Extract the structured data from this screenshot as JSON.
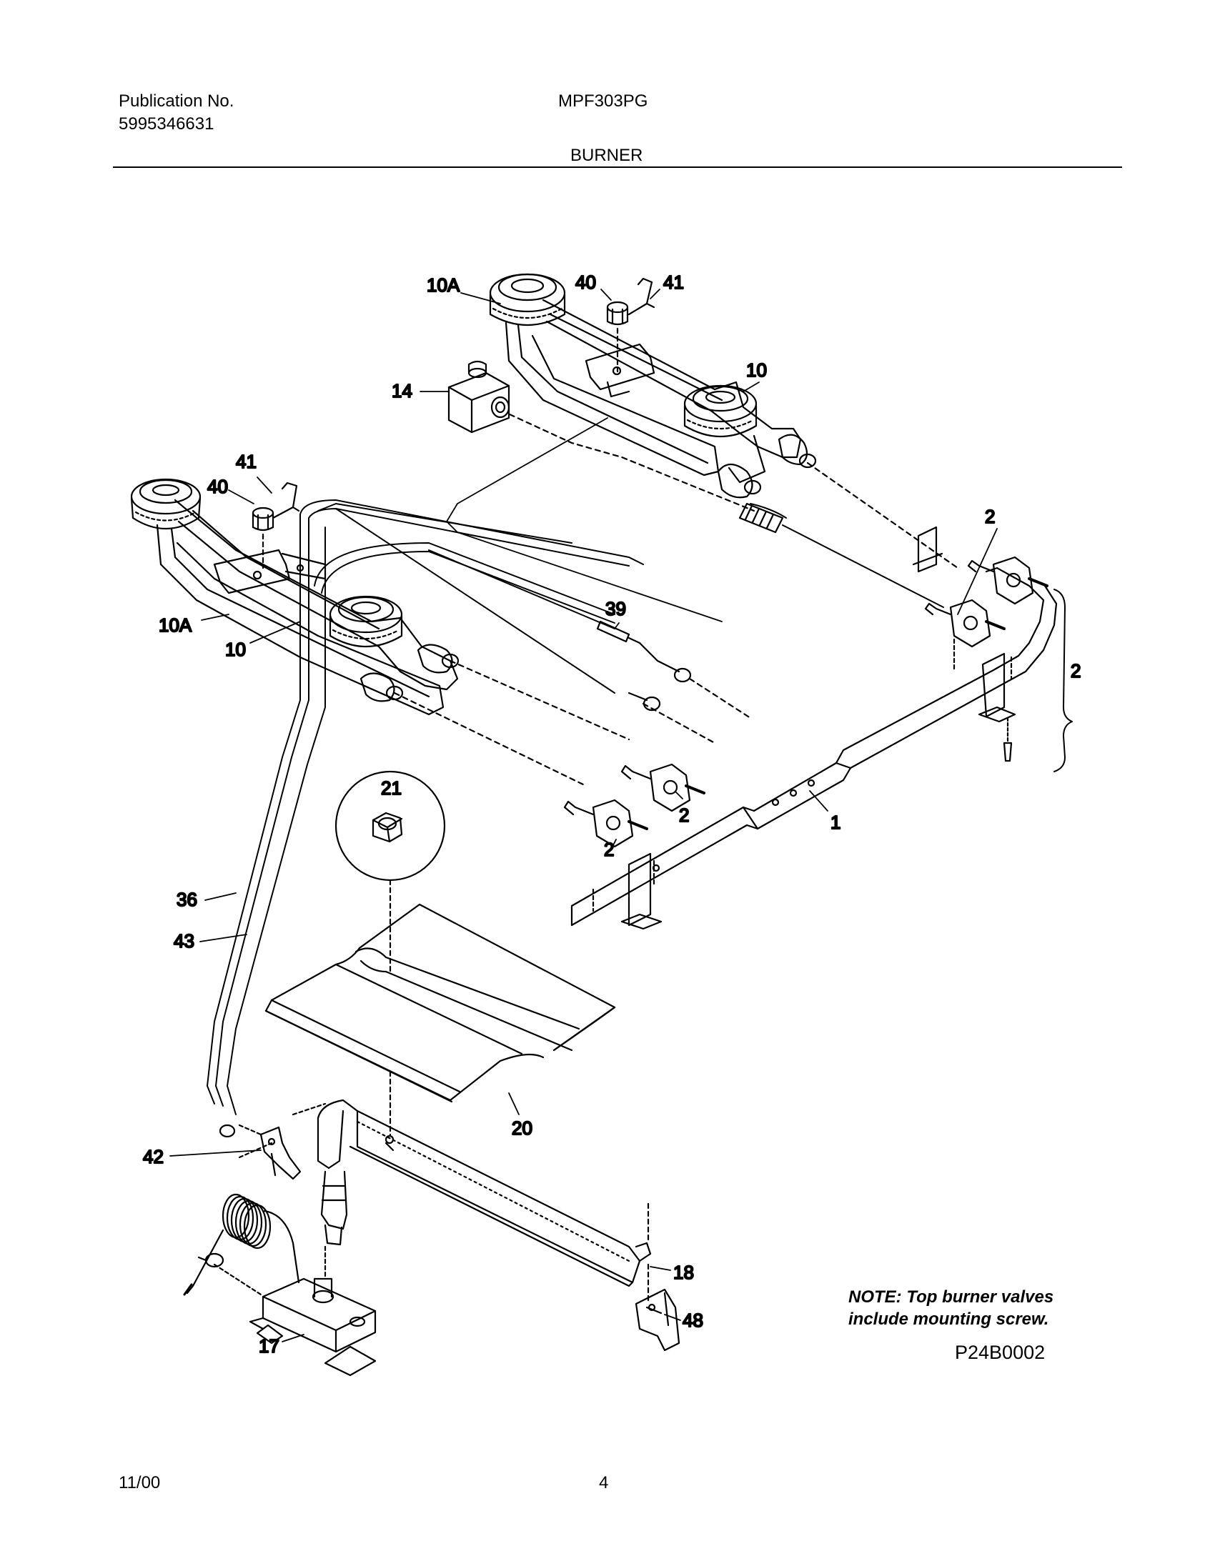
{
  "header": {
    "publication_label": "Publication No.",
    "publication_number": "5995346631",
    "model": "MPF303PG",
    "section_title": "BURNER"
  },
  "callouts": [
    "10A",
    "40",
    "41",
    "10",
    "14",
    "41",
    "40",
    "10A",
    "10",
    "39",
    "2",
    "2",
    "2",
    "2",
    "1",
    "21",
    "36",
    "43",
    "20",
    "42",
    "17",
    "18",
    "48"
  ],
  "note": {
    "line1": "NOTE: Top burner valves",
    "line2": "include mounting screw."
  },
  "diagram_code": "P24B0002",
  "footer": {
    "date": "11/00",
    "page": "4"
  }
}
